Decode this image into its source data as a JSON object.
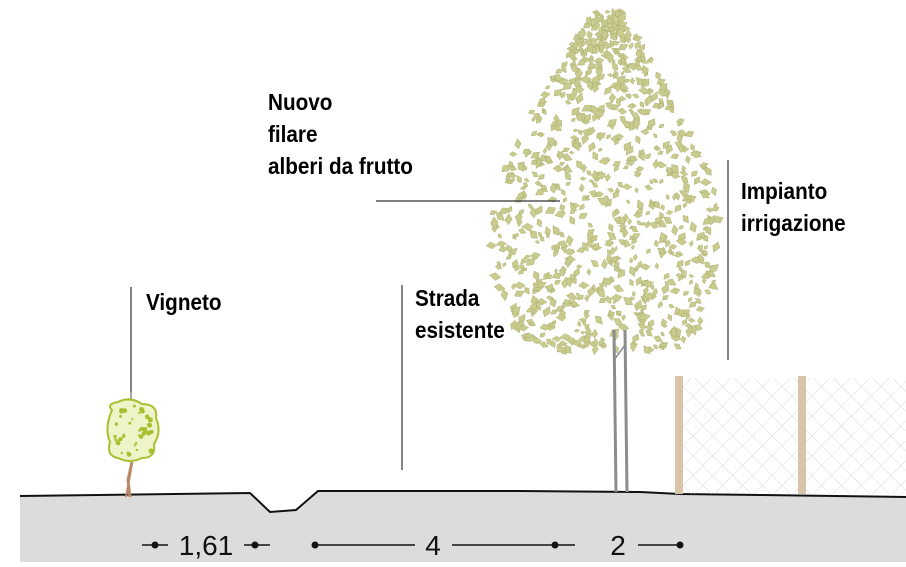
{
  "labels": {
    "nuovo_filare": [
      "Nuovo",
      "filare",
      "alberi da frutto"
    ],
    "impianto": [
      "Impianto",
      "irrigazione"
    ],
    "vigneto": [
      "Vigneto"
    ],
    "strada": [
      "Strada",
      "esistente"
    ]
  },
  "dimensions": [
    "1,61",
    "4",
    "2"
  ],
  "colors": {
    "ground": "#dcdcdc",
    "foliage": "#c9cb8f",
    "vine_leaves": "#a8c02e",
    "vine_trunk": "#b88a6a",
    "fence_post": "#d8c4a8",
    "fence_mesh": "#c8c8c8",
    "leader_line": "#333333"
  }
}
